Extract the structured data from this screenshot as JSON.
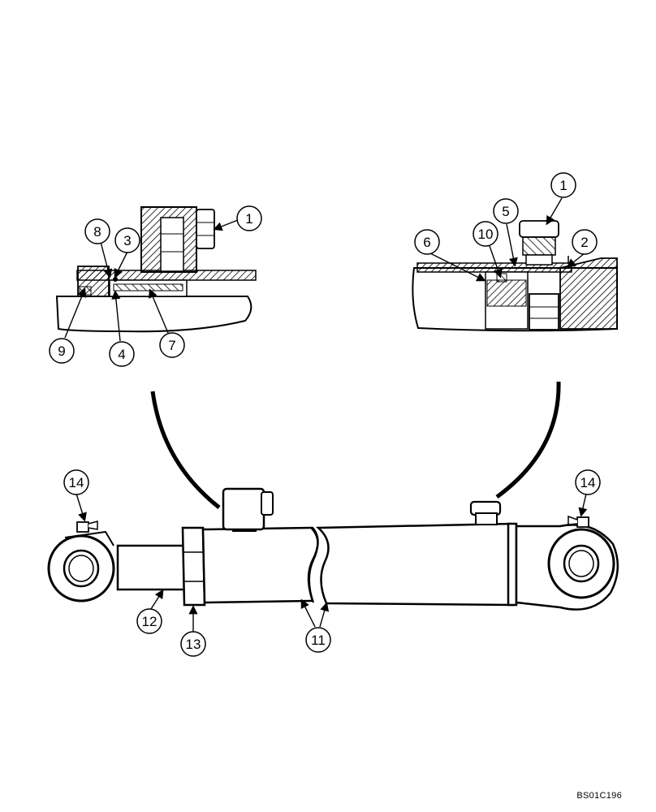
{
  "diagram": {
    "reference_code": "BS01C196",
    "callouts": [
      "1",
      "2",
      "3",
      "4",
      "5",
      "6",
      "7",
      "8",
      "9",
      "10",
      "11",
      "12",
      "13",
      "14"
    ]
  }
}
